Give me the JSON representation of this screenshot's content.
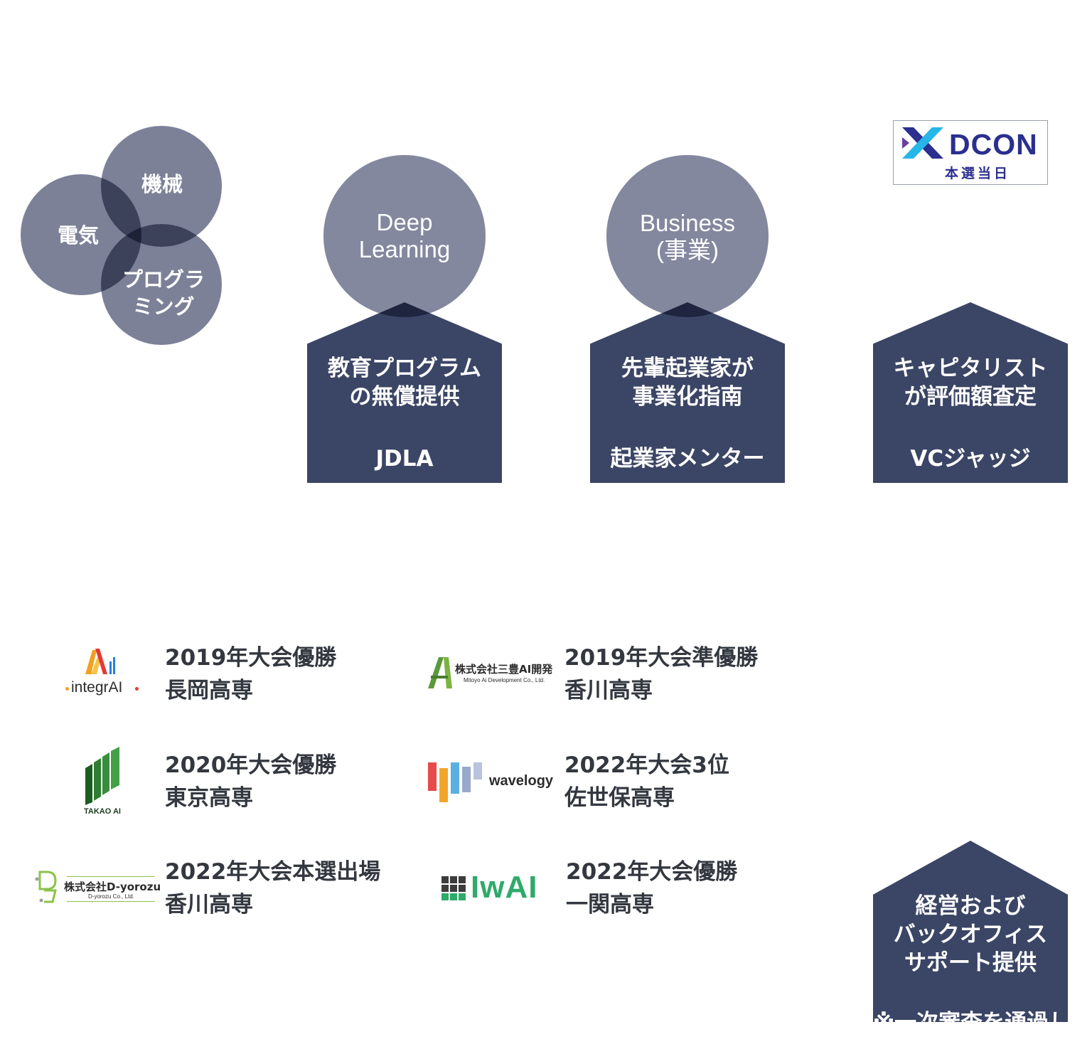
{
  "venn": {
    "labels": {
      "mechanical": "機械",
      "electrical": "電気",
      "programming": "プログラ\nミング"
    }
  },
  "pillars": [
    {
      "circle_label": "Deep\nLearning",
      "main_text": "教育プログラム\nの無償提供",
      "sub_text": "JDLA"
    },
    {
      "circle_label": "Business\n(事業)",
      "main_text": "先輩起業家が\n事業化指南",
      "sub_text": "起業家メンター"
    },
    {
      "main_text": "キャピタリスト\nが評価額査定",
      "sub_text": "VCジャッジ"
    }
  ],
  "badge": {
    "title": "DCON",
    "subtitle": "本選当日",
    "colors": {
      "navy": "#2b2f8f",
      "cyan": "#27b6e8",
      "purple": "#6a3fa0"
    }
  },
  "achievements": [
    {
      "logo": "integrAI",
      "line1": "2019年大会優勝",
      "line2": "長岡高専"
    },
    {
      "logo_line1": "株式会社三豊AI開発",
      "logo_line2": "Mitoyo Ai Development Co., Ltd.",
      "line1": "2019年大会準優勝",
      "line2": "香川高専"
    },
    {
      "logo": "TAKAO AI",
      "line1": "2020年大会優勝",
      "line2": "東京高専"
    },
    {
      "logo": "wavelogy",
      "line1": "2022年大会3位",
      "line2": "佐世保高専"
    },
    {
      "logo_line1": "株式会社D-yorozu",
      "logo_line2": "D-yorozu Co., Ltd.",
      "line1": "2022年大会本選出場",
      "line2": "香川高専"
    },
    {
      "logo": "IwAI",
      "line1": "2022年大会優勝",
      "line2": "一関高専"
    }
  ],
  "support": {
    "main_text": "経営および\nバックオフィス\nサポート提供",
    "sub_text": "※一次審査を通過した"
  },
  "colors": {
    "house_fill": "#3b4565",
    "circle_fill": "#495070",
    "text_dark": "#333840"
  }
}
